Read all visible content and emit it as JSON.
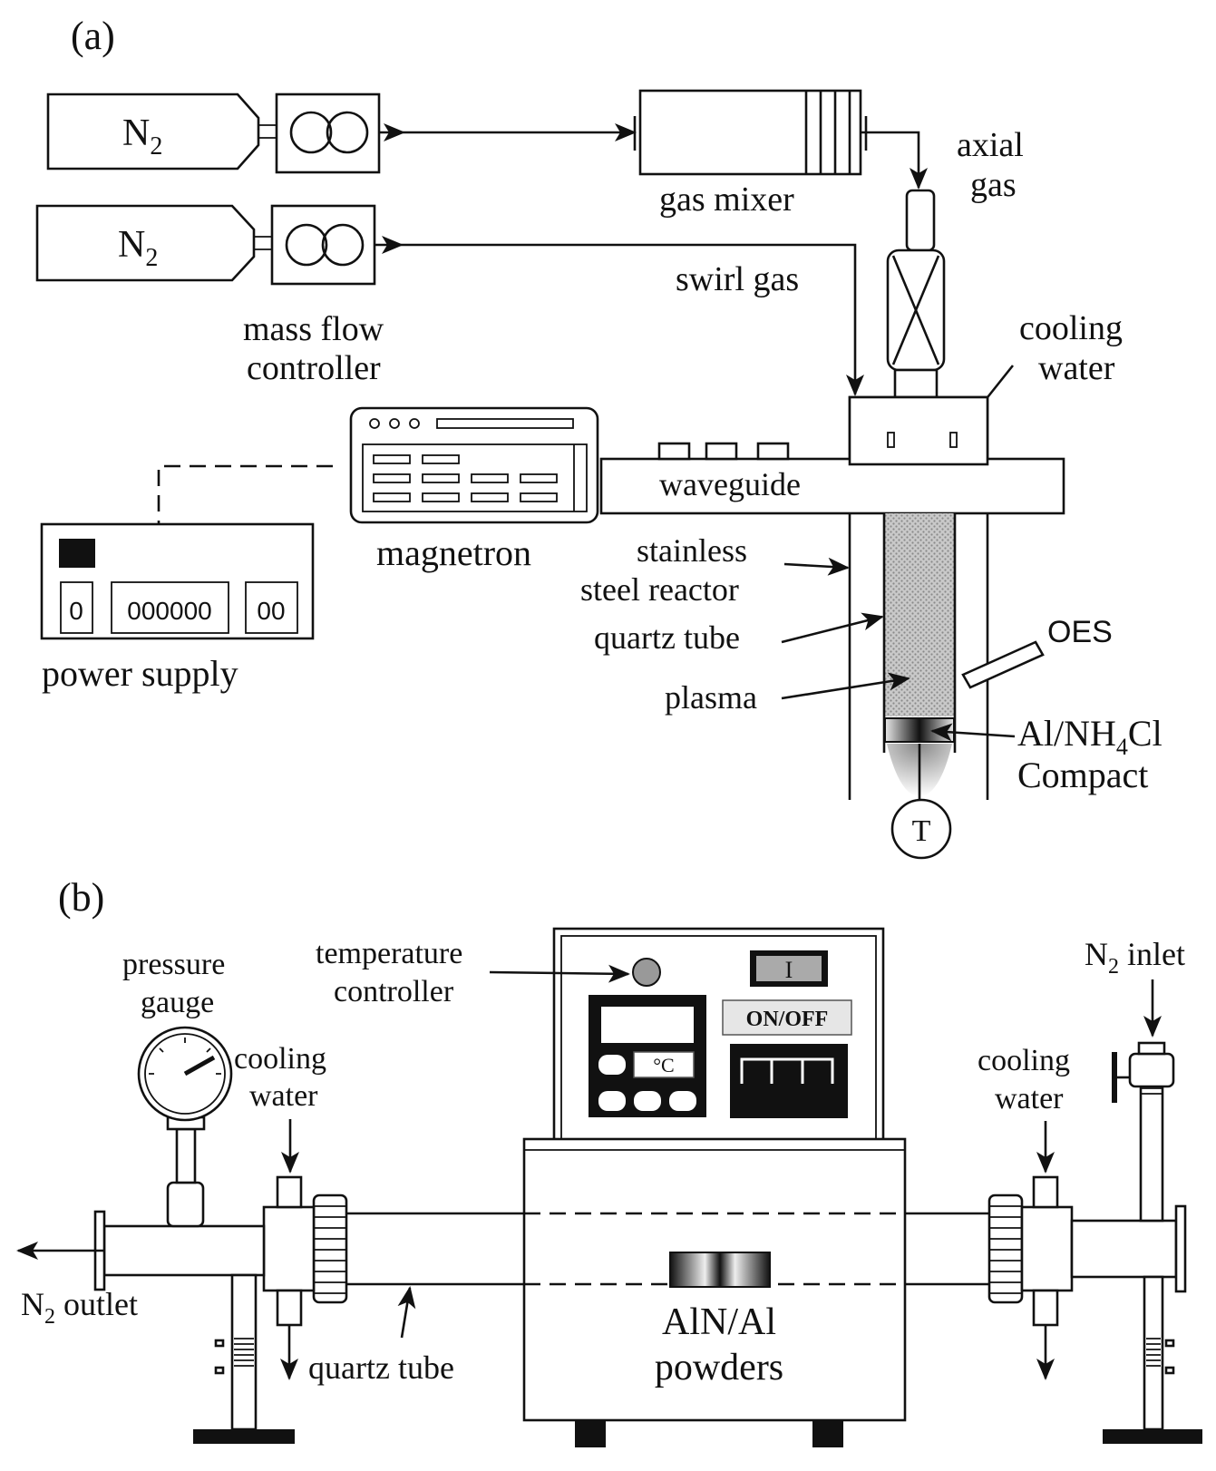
{
  "panel_a": {
    "label": "(a)",
    "cylinder_1": {
      "symbol": "N",
      "sub": "2"
    },
    "cylinder_2": {
      "symbol": "N",
      "sub": "2"
    },
    "gas_mixer": "gas mixer",
    "axial_gas_1": "axial",
    "axial_gas_2": "gas",
    "swirl_gas": "swirl  gas",
    "mfc_1": "mass flow",
    "mfc_2": "controller",
    "cooling_water_1": "cooling",
    "cooling_water_2": "water",
    "waveguide": "waveguide",
    "magnetron": "magnetron",
    "power_supply": "power  supply",
    "ps_display_left": "0",
    "ps_display_mid": "000000",
    "ps_display_right": "00",
    "stainless_1": "stainless",
    "stainless_2": "steel reactor",
    "quartz_tube": "quartz tube",
    "plasma": "plasma",
    "oes": "OES",
    "compact_1_a": "Al/NH",
    "compact_1_sub": "4",
    "compact_1_b": "Cl",
    "compact_2": "Compact",
    "thermocouple": "T"
  },
  "panel_b": {
    "label": "(b)",
    "pressure_gauge_1": "pressure",
    "pressure_gauge_2": "gauge",
    "temp_controller_1": "temperature",
    "temp_controller_2": "controller",
    "switch_symbol": "I",
    "on_off": "ON/OFF",
    "celsius": "°C",
    "n2_inlet_a": "N",
    "n2_inlet_sub": "2",
    "n2_inlet_b": " inlet",
    "cooling_left_1": "cooling",
    "cooling_left_2": "water",
    "cooling_right_1": "cooling",
    "cooling_right_2": "water",
    "n2_outlet_a": "N",
    "n2_outlet_sub": "2",
    "n2_outlet_b": " outlet",
    "quartz_tube": "quartz tube",
    "powders_1": "AlN/Al",
    "powders_2": "powders"
  }
}
